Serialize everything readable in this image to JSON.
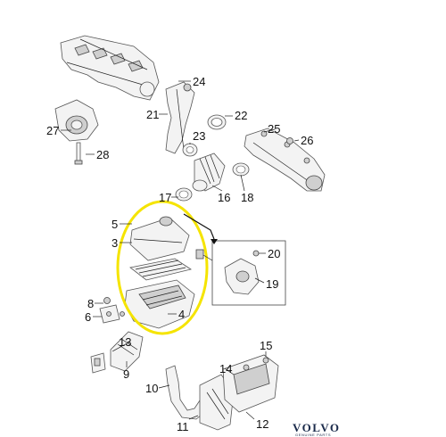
{
  "diagram": {
    "callouts": [
      "24",
      "21",
      "22",
      "27",
      "23",
      "25",
      "26",
      "28",
      "17",
      "16",
      "18",
      "5",
      "3",
      "20",
      "8",
      "19",
      "6",
      "4",
      "13",
      "15",
      "14",
      "9",
      "10",
      "11",
      "12"
    ],
    "highlight_color": "#f5e400",
    "brand": {
      "name": "VOLVO",
      "tagline": "GENUINE PARTS"
    }
  }
}
